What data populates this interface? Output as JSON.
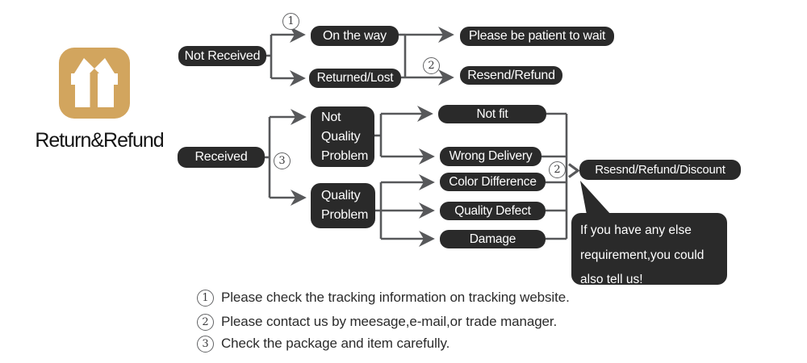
{
  "brand": {
    "title": "Return&Refund",
    "icon": "gift-icon"
  },
  "colors": {
    "node_bg": "#2a2a2a",
    "node_text": "#ffffff",
    "connector": "#57585a",
    "gift_gold": "#d2a55e"
  },
  "nodes": {
    "not_received": "Not Received",
    "on_the_way": "On the way",
    "returned_lost": "Returned/Lost",
    "please_wait": "Please be patient to wait",
    "resend_refund": "Resend/Refund",
    "received": "Received",
    "not_quality_problem": {
      "lines": [
        "Not",
        "Quality",
        "Problem"
      ]
    },
    "quality_problem": {
      "lines": [
        "Quality",
        "Problem"
      ]
    },
    "not_fit": "Not fit",
    "wrong_delivery": "Wrong Delivery",
    "color_difference": "Color Difference",
    "quality_defect": "Quality Defect",
    "damage": "Damage",
    "resend_refund_discount": "Rsesnd/Refund/Discount"
  },
  "step_badges": {
    "step1": "1",
    "step2": "2",
    "step3": "3"
  },
  "callout": {
    "lines": [
      "If you have any else",
      "requirement,you could",
      "also tell us!"
    ]
  },
  "notes": [
    {
      "num": "1",
      "text": "Please check the tracking information on tracking website."
    },
    {
      "num": "2",
      "text": "Please contact us by meesage,e-mail,or trade manager."
    },
    {
      "num": "3",
      "text": "Check the package and item carefully."
    }
  ]
}
